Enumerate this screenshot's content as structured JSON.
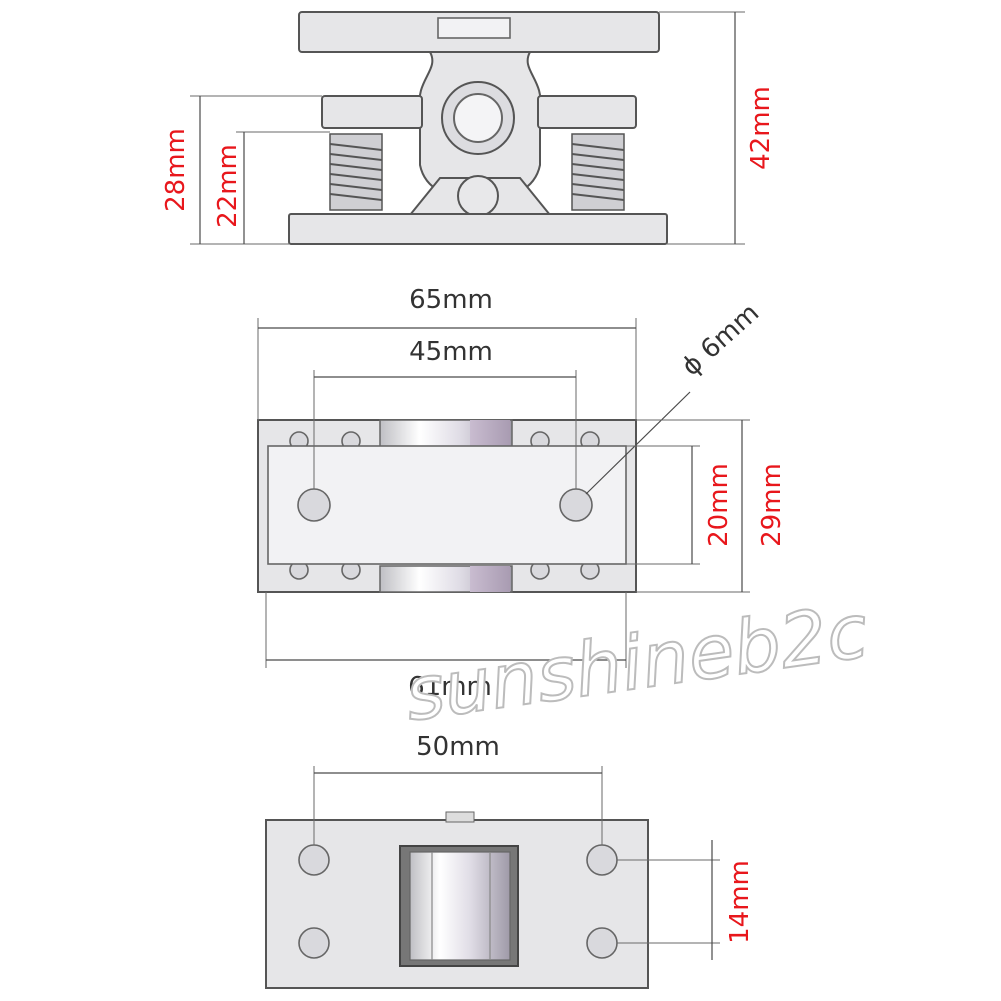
{
  "side_view": {
    "height_total": "42mm",
    "height_bracket": "28mm",
    "height_base": "22mm"
  },
  "top_view": {
    "width_total": "65mm",
    "hole_spacing": "45mm",
    "hole_diameter": "ϕ 6mm",
    "plate_height": "20mm",
    "total_height": "29mm",
    "base_width": "61mm"
  },
  "bottom_view": {
    "hole_spacing_x": "50mm",
    "hole_spacing_y": "14mm"
  },
  "watermark": "sunshineb2c",
  "colors": {
    "dimension_label": "#e8171c",
    "dimension_label_dark": "#333333"
  }
}
